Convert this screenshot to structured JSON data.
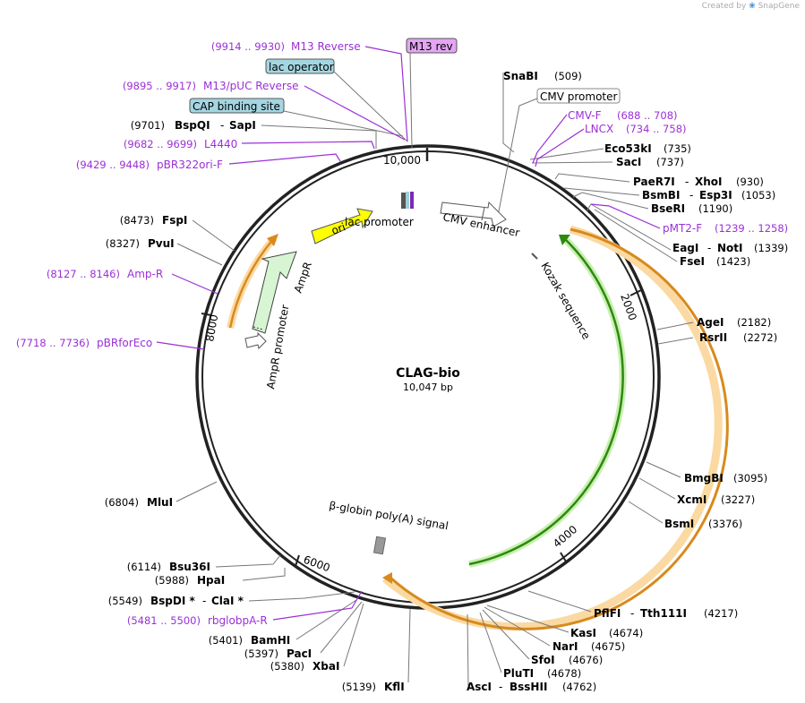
{
  "credit": {
    "prefix": "Created by",
    "brand": "SnapGene"
  },
  "plasmid": {
    "name": "CLAG-bio",
    "length_label": "10,047 bp"
  },
  "ticks": [
    "10,000",
    "2000",
    "4000",
    "6000",
    "8000"
  ],
  "boxed_labels": [
    {
      "text": "M13 rev",
      "style": "purple"
    },
    {
      "text": "lac operator",
      "style": "blue"
    },
    {
      "text": "CAP binding site",
      "style": "blue"
    },
    {
      "text": "CMV promoter",
      "style": "white"
    }
  ],
  "feature_labels": [
    "ori",
    "lac promoter",
    "CMV enhancer",
    "AmpR",
    "AmpR promoter",
    "Kozak sequence",
    "β-globin poly(A) signal"
  ],
  "primers_left": [
    {
      "pos": "(9914 .. 9930)",
      "name": "M13 Reverse"
    },
    {
      "pos": "(9895 .. 9917)",
      "name": "M13/pUC Reverse"
    },
    {
      "pos": "(9682 .. 9699)",
      "name": "L4440"
    },
    {
      "pos": "(9429 .. 9448)",
      "name": "pBR322ori-F"
    },
    {
      "pos": "(8127 .. 8146)",
      "name": "Amp-R"
    },
    {
      "pos": "(7718 .. 7736)",
      "name": "pBRforEco"
    },
    {
      "pos": "(5481 .. 5500)",
      "name": "rbglobpA-R"
    }
  ],
  "primers_right": [
    {
      "name": "CMV-F",
      "pos": "(688 .. 708)"
    },
    {
      "name": "LNCX",
      "pos": "(734 .. 758)"
    },
    {
      "name": "pMT2-F",
      "pos": "(1239 .. 1258)"
    }
  ],
  "sites_left": [
    {
      "pos": "(9701)",
      "name": "BspQI",
      "sep": "-",
      "name2": "SapI"
    },
    {
      "pos": "(8473)",
      "name": "FspI"
    },
    {
      "pos": "(8327)",
      "name": "PvuI"
    },
    {
      "pos": "(6804)",
      "name": "MluI"
    },
    {
      "pos": "(6114)",
      "name": "Bsu36I"
    },
    {
      "pos": "(5988)",
      "name": "HpaI"
    },
    {
      "pos": "(5549)",
      "name": "BspDI *",
      "sep": "-",
      "name2": "ClaI *"
    },
    {
      "pos": "(5401)",
      "name": "BamHI"
    },
    {
      "pos": "(5397)",
      "name": "PacI"
    },
    {
      "pos": "(5380)",
      "name": "XbaI"
    },
    {
      "pos": "(5139)",
      "name": "KflI"
    }
  ],
  "sites_right": [
    {
      "name": "SnaBI",
      "pos": "(509)"
    },
    {
      "name": "Eco53kI",
      "pos": "(735)"
    },
    {
      "name": "SacI",
      "pos": "(737)"
    },
    {
      "name": "PaeR7I",
      "sep": "-",
      "name2": "XhoI",
      "pos": "(930)"
    },
    {
      "name": "BsmBI",
      "sep": "-",
      "name2": "Esp3I",
      "pos": "(1053)"
    },
    {
      "name": "BseRI",
      "pos": "(1190)"
    },
    {
      "name": "EagI",
      "sep": "-",
      "name2": "NotI",
      "pos": "(1339)"
    },
    {
      "name": "FseI",
      "pos": "(1423)"
    },
    {
      "name": "AgeI",
      "pos": "(2182)"
    },
    {
      "name": "RsrII",
      "pos": "(2272)"
    },
    {
      "name": "BmgBI",
      "pos": "(3095)"
    },
    {
      "name": "XcmI",
      "pos": "(3227)"
    },
    {
      "name": "BsmI",
      "pos": "(3376)"
    },
    {
      "name": "PflFI",
      "sep": "-",
      "name2": "Tth111I",
      "pos": "(4217)"
    },
    {
      "name": "KasI",
      "pos": "(4674)"
    },
    {
      "name": "NarI",
      "pos": "(4675)"
    },
    {
      "name": "SfoI",
      "pos": "(4676)"
    },
    {
      "name": "PluTI",
      "pos": "(4678)"
    },
    {
      "name": "AscI",
      "sep": "-",
      "name2": "BssHII",
      "pos": "(4762)"
    }
  ]
}
